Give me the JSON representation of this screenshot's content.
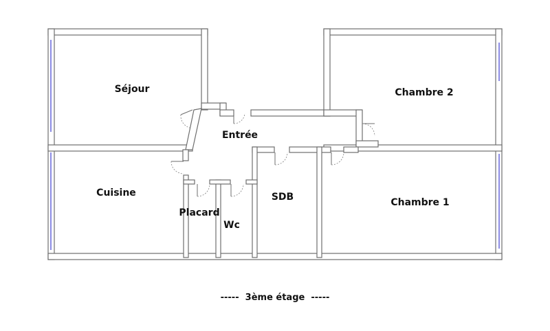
{
  "plan": {
    "rooms": {
      "sejour": "Séjour",
      "chambre2": "Chambre 2",
      "entree": "Entrée",
      "cuisine": "Cuisine",
      "sdb": "SDB",
      "chambre1": "Chambre 1",
      "placard": "Placard",
      "wc": "Wc"
    },
    "floor_caption": "-----  3ème étage  -----"
  },
  "colors": {
    "wall": "#6e6e6e",
    "window": "#5a5ad8",
    "background": "#ffffff"
  }
}
